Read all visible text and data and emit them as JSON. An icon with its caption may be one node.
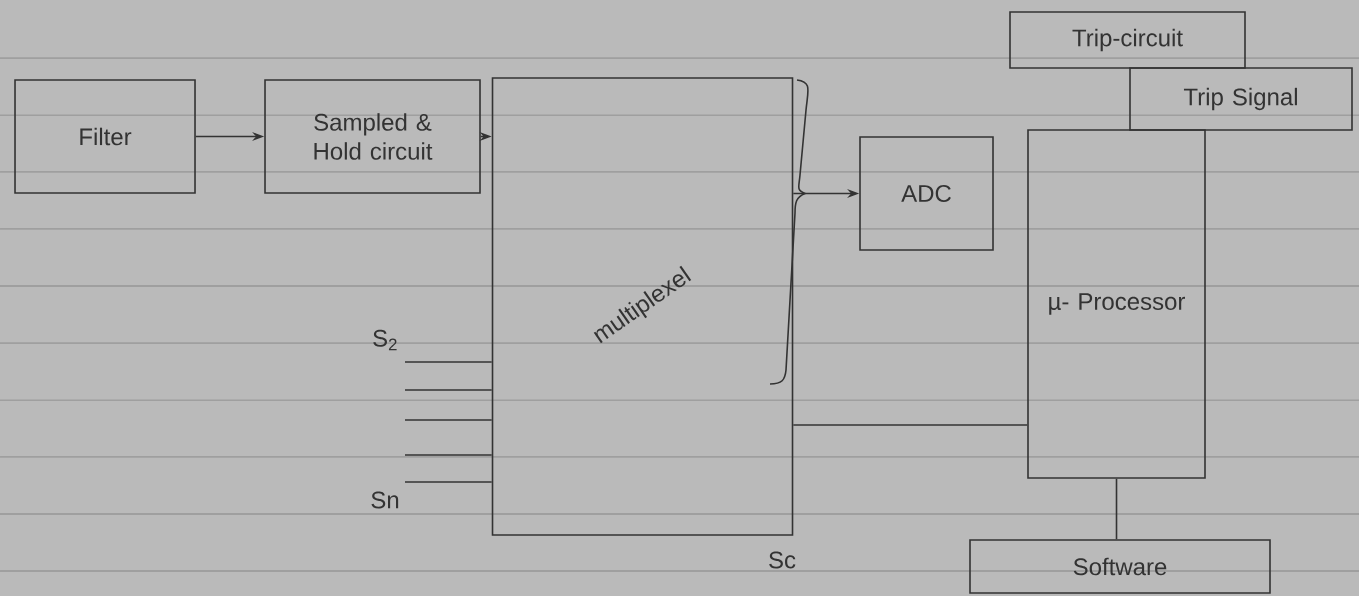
{
  "diagram": {
    "nodes": [
      {
        "text": [
          "Filter"
        ]
      },
      {
        "text": [
          "Sampled & Hold circuit"
        ]
      },
      {
        "text": [
          "multiplexel"
        ]
      },
      {
        "text": [
          "ADC"
        ]
      },
      {
        "text": [
          "µ- Processor"
        ]
      },
      {
        "text": [
          "Trip-circuit"
        ]
      },
      {
        "text": [
          "Trip Signal"
        ]
      },
      {
        "text": [
          "Software"
        ]
      }
    ],
    "edges": [
      {
        "from": 0,
        "to": 1,
        "arrow": "to"
      },
      {
        "from": 1,
        "to": 2,
        "arrow": "to"
      },
      {
        "from": 2,
        "to": 3,
        "arrow": "to"
      },
      {
        "from": 2,
        "to": 4,
        "arrow": "none"
      },
      {
        "from": 4,
        "to": 7,
        "arrow": "none"
      },
      {
        "from": null,
        "to": 2,
        "arrow": "none"
      },
      {
        "from": null,
        "to": 2,
        "arrow": "none"
      },
      {
        "from": null,
        "to": 2,
        "arrow": "none"
      },
      {
        "from": null,
        "to": 2,
        "arrow": "none"
      },
      {
        "from": null,
        "to": 2,
        "arrow": "none"
      }
    ],
    "labels": [
      "S$_{2}$",
      "Sn",
      "Sc"
    ]
  }
}
